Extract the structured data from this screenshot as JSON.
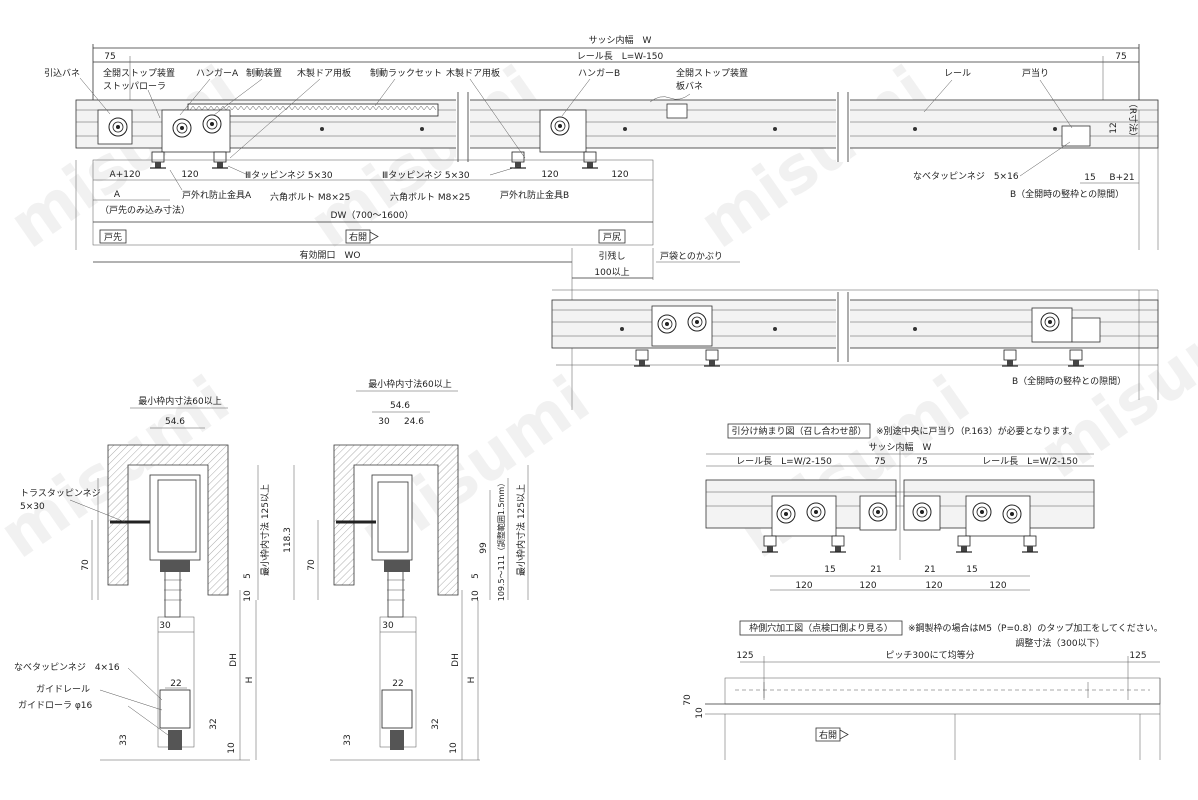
{
  "watermark": "misumi",
  "top_view": {
    "dims": {
      "sash_inner_width": "サッシ内幅　W",
      "rail_length": "レール長　L=W-150",
      "left_75": "75",
      "right_75": "75",
      "dim_120_a": "120",
      "dim_120_b": "120",
      "dim_120_c": "120",
      "a_plus_120": "A+120",
      "a": "A",
      "door_insert_only": "（戸先のみ込み寸法）",
      "dw": "DW（700～1600）",
      "effective_opening": "有効開口　WO",
      "pull_margin": "引残し",
      "min_100": "100以上",
      "b_plus_21": "B+21",
      "dim_15": "15",
      "dim_12": "12",
      "r_dimension": "（R寸法）"
    },
    "labels": {
      "pull_spring": "引込バネ",
      "full_open_stop": "全開ストップ装置",
      "stop_roller": "ストッパローラ",
      "hanger_a": "ハンガーA",
      "brake_device": "制動装置",
      "wood_door_plate_1": "木製ドア用板",
      "brake_rack_set": "制動ラックセット",
      "wood_door_plate_2": "木製ドア用板",
      "hanger_b": "ハンガーB",
      "full_open_stop_2": "全開ストップ装置",
      "plate_spring": "板バネ",
      "rail": "レール",
      "door_stop": "戸当り",
      "tapping_screw_1": "Ⅲタッピンネジ 5×30",
      "hex_bolt_1": "六角ボルト M8×25",
      "anti_fall_a": "戸外れ防止金具A",
      "tapping_screw_2": "Ⅲタッピンネジ 5×30",
      "hex_bolt_2": "六角ボルト M8×25",
      "anti_fall_b": "戸外れ防止金具B",
      "pan_screw": "なべタッピンネジ　5×16",
      "b_gap": "B（全開時の竪枠との隙間）",
      "door_tip": "戸先",
      "door_tail": "戸尻",
      "right_open": "右開",
      "door_pocket_overlap": "戸袋とのかぶり",
      "b_gap_2": "B（全開時の竪枠との隙間）"
    }
  },
  "section_left": {
    "min_frame_60": "最小枠内寸法60以上",
    "dim_54_6": "54.6",
    "truss_screw": "トラスタッピンネジ",
    "truss_size": "5×30",
    "dim_70": "70",
    "dim_118_3": "118.3",
    "min_frame_125": "最小枠内寸法 125以上",
    "dim_5": "5",
    "dim_10": "10",
    "dim_30": "30",
    "dim_22": "22",
    "dim_32": "32",
    "dim_33": "33",
    "dim_10b": "10",
    "dh": "DH",
    "h": "H",
    "pan_screw": "なべタッピンネジ　4×16",
    "guide_rail": "ガイドレール",
    "guide_roller": "ガイドローラ φ16"
  },
  "section_right": {
    "min_frame_60": "最小枠内寸法60以上",
    "dim_54_6": "54.6",
    "dim_30": "30",
    "dim_24_6": "24.6",
    "dim_70": "70",
    "dim_99": "99",
    "adjust_range": "109.5～111（調整範囲1.5mm）",
    "min_frame_125": "最小枠内寸法 125以上",
    "dim_5": "5",
    "dim_10": "10",
    "dim_30b": "30",
    "dim_22": "22",
    "dim_32": "32",
    "dim_33": "33",
    "dim_10b": "10",
    "dh": "DH",
    "h": "H"
  },
  "bipart": {
    "title": "引分け納まり図（召し合わせ部）",
    "note": "※別途中央に戸当り（P.163）が必要となります。",
    "sash_inner_width": "サッシ内幅　W",
    "rail_left": "レール長　L=W/2-150",
    "rail_right": "レール長　L=W/2-150",
    "dim_75a": "75",
    "dim_75b": "75",
    "dim_15a": "15",
    "dim_21a": "21",
    "dim_21b": "21",
    "dim_15b": "15",
    "dim_120a": "120",
    "dim_120b": "120",
    "dim_120c": "120",
    "dim_120d": "120"
  },
  "frame_hole": {
    "title": "枠側穴加工図（点検口側より見る）",
    "note": "※鋼製枠の場合はM5（P=0.8）のタップ加工をしてください。",
    "dim_125a": "125",
    "pitch": "ピッチ300にて均等分",
    "adjust": "調整寸法（300以下）",
    "dim_125b": "125",
    "dim_70": "70",
    "dim_10": "10",
    "right_open": "右開"
  }
}
